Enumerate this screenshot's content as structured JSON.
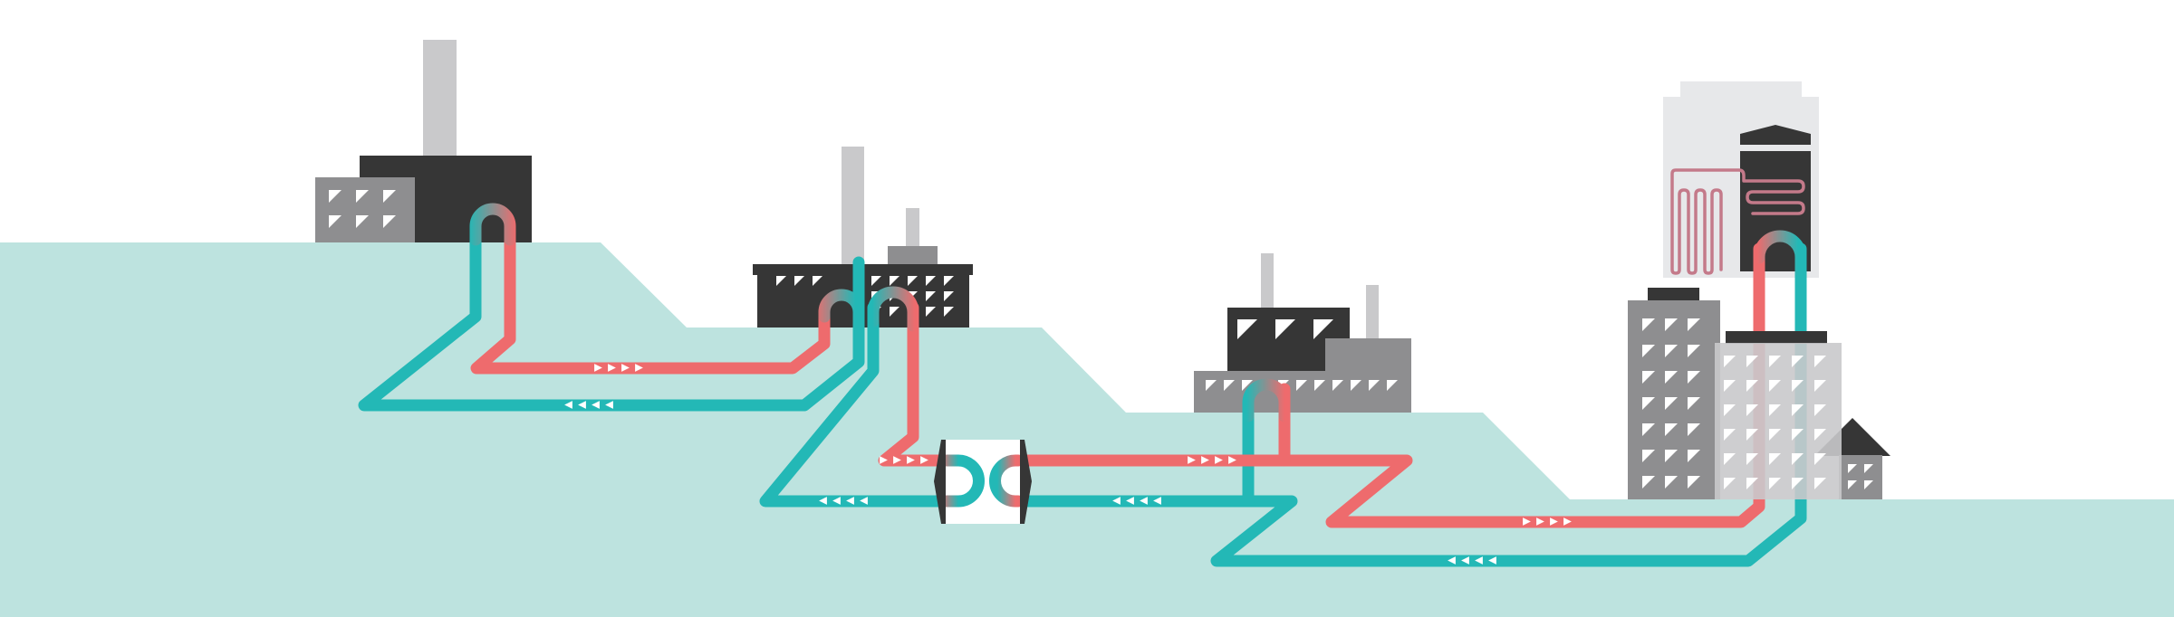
{
  "diagram": {
    "kind": "district-heating-network",
    "colors": {
      "background": "#ffffff",
      "ground": "#bde3df",
      "supply_pipe": "#ee6b6d",
      "return_pipe": "#23b8b6",
      "dark_building": "#363636",
      "mid_building": "#8e8e90",
      "light_building": "#c9c9cb",
      "pale_building": "#e7e8ea",
      "coil": "#c47a8a"
    },
    "nodes": [
      {
        "id": "power-plant",
        "icon": "factory-with-chimney-icon"
      },
      {
        "id": "industrial-plant",
        "icon": "factory-icon"
      },
      {
        "id": "heat-exchanger",
        "icon": "heat-exchanger-icon"
      },
      {
        "id": "factory-small",
        "icon": "factory-icon"
      },
      {
        "id": "heat-storage",
        "icon": "storage-tank-icon"
      },
      {
        "id": "residential-buildings",
        "icon": "apartment-building-icon"
      },
      {
        "id": "house",
        "icon": "house-icon"
      }
    ],
    "flows": [
      {
        "pipe": "supply",
        "direction": "right"
      },
      {
        "pipe": "return",
        "direction": "left"
      }
    ]
  }
}
